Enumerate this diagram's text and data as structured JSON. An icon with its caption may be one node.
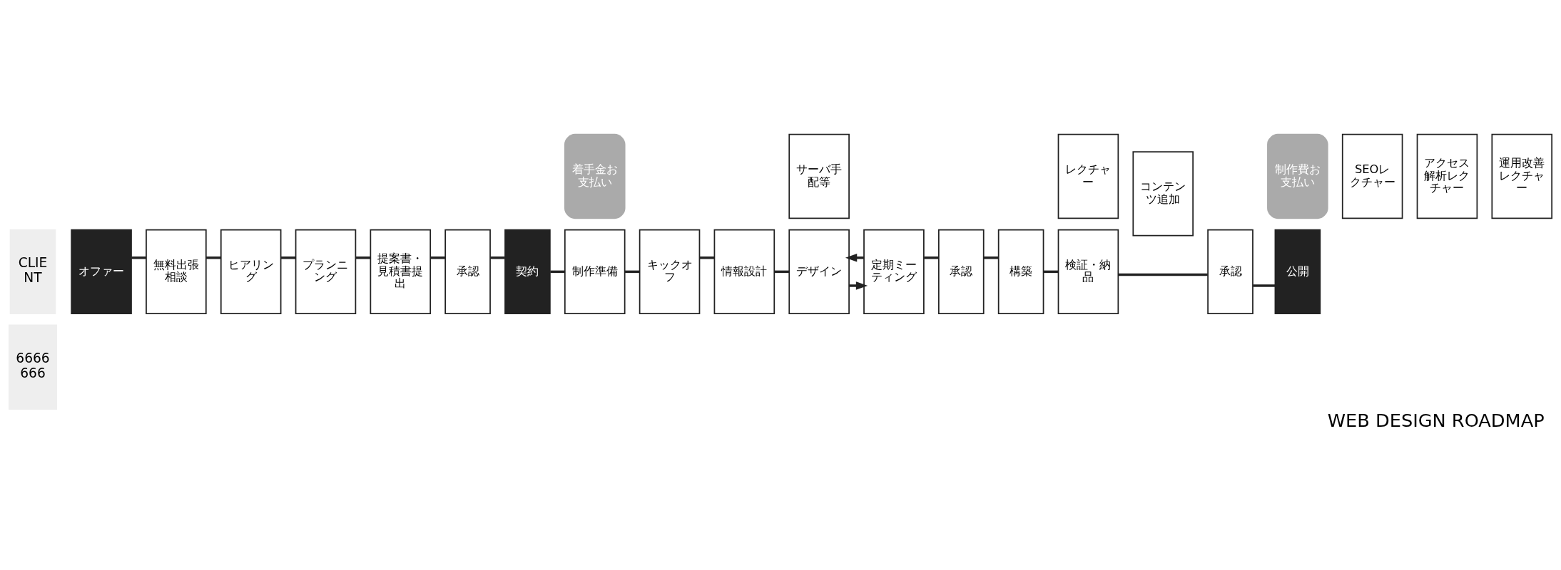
{
  "diagram": {
    "title": "WEB DESIGN ROADMAP",
    "nodes": [
      {
        "text": [
          "CLIENT"
        ]
      },
      {
        "text": [
          "6666666"
        ]
      },
      {
        "text": [
          "オファー"
        ]
      },
      {
        "text": [
          "無料出張相談"
        ]
      },
      {
        "text": [
          "ヒアリング"
        ]
      },
      {
        "text": [
          "プランニング"
        ]
      },
      {
        "text": [
          "提案書・見積書提出"
        ]
      },
      {
        "text": [
          "承認"
        ]
      },
      {
        "text": [
          "契約"
        ]
      },
      {
        "text": [
          "着手金お支払い"
        ]
      },
      {
        "text": [
          "制作準備"
        ]
      },
      {
        "text": [
          "キックオフ"
        ]
      },
      {
        "text": [
          "情報設計"
        ]
      },
      {
        "text": [
          "サーバ手配等"
        ]
      },
      {
        "text": [
          "デザイン"
        ]
      },
      {
        "text": [
          "定期ミーティング"
        ]
      },
      {
        "text": [
          "承認"
        ]
      },
      {
        "text": [
          "構築"
        ]
      },
      {
        "text": [
          "レクチャー"
        ]
      },
      {
        "text": [
          "検証・納品"
        ]
      },
      {
        "text": [
          "コンテンツ追加"
        ]
      },
      {
        "text": [
          "承認"
        ]
      },
      {
        "text": [
          "制作費お支払い"
        ]
      },
      {
        "text": [
          "公開"
        ]
      },
      {
        "text": [
          "SEOレクチャー"
        ]
      },
      {
        "text": [
          "アクセス解析レクチャー"
        ]
      },
      {
        "text": [
          "運用改善レクチャー"
        ]
      }
    ],
    "edges": [
      {
        "from": 2,
        "to": 3,
        "arrow": "none"
      },
      {
        "from": 3,
        "to": 4,
        "arrow": "none"
      },
      {
        "from": 4,
        "to": 5,
        "arrow": "none"
      },
      {
        "from": 5,
        "to": 6,
        "arrow": "none"
      },
      {
        "from": 6,
        "to": 7,
        "arrow": "none"
      },
      {
        "from": 7,
        "to": 8,
        "arrow": "none"
      },
      {
        "from": 8,
        "to": 10,
        "arrow": "none"
      },
      {
        "from": 10,
        "to": 11,
        "arrow": "none"
      },
      {
        "from": 11,
        "to": 12,
        "arrow": "none"
      },
      {
        "from": 12,
        "to": 14,
        "arrow": "none"
      },
      {
        "from": 14,
        "to": 15,
        "arrow": "to"
      },
      {
        "from": 15,
        "to": 14,
        "arrow": "to"
      },
      {
        "from": 15,
        "to": 16,
        "arrow": "none"
      },
      {
        "from": 16,
        "to": 17,
        "arrow": "none"
      },
      {
        "from": 17,
        "to": 19,
        "arrow": "none"
      },
      {
        "from": 19,
        "to": 21,
        "arrow": "none"
      },
      {
        "from": 21,
        "to": 23,
        "arrow": "none"
      }
    ]
  }
}
